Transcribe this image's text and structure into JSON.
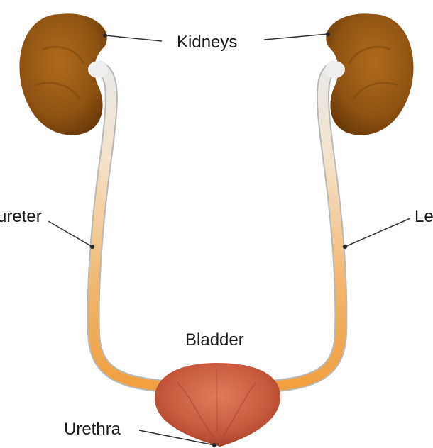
{
  "diagram": {
    "labels": {
      "kidneys": "Kidneys",
      "ureter_left": "ureter",
      "ureter_right": "Le",
      "bladder": "Bladder",
      "urethra": "Urethra"
    },
    "colors": {
      "kidney": "#9b5a14",
      "kidney_dark": "#6b3a08",
      "ureter_top": "#e6e6e6",
      "ureter_bottom": "#f0a040",
      "bladder": "#c8583c",
      "bladder_dark": "#9c3d26",
      "leader_line": "#333333"
    }
  }
}
